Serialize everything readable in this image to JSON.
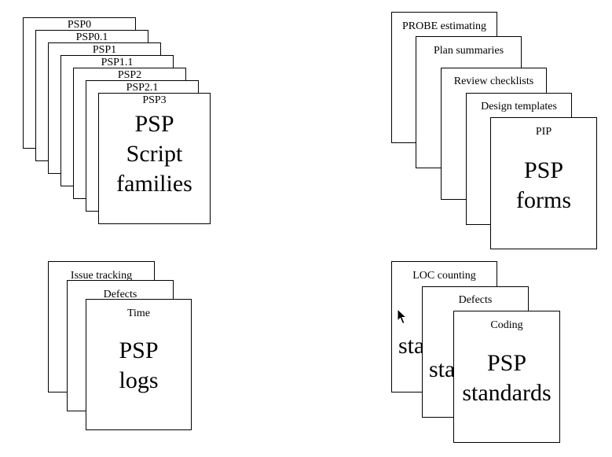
{
  "script_families": {
    "cards": [
      "PSP0",
      "PSP0.1",
      "PSP1",
      "PSP1.1",
      "PSP2",
      "PSP2.1",
      "PSP3"
    ],
    "title_lines": [
      "PSP",
      "Script",
      "families"
    ]
  },
  "forms": {
    "cards": [
      "PROBE estimating",
      "Plan summaries",
      "Review checklists",
      "Design templates",
      "PIP"
    ],
    "title_lines": [
      "PSP",
      "forms"
    ]
  },
  "logs": {
    "cards": [
      "Issue tracking",
      "Defects",
      "Time"
    ],
    "title_lines": [
      "PSP",
      "logs"
    ]
  },
  "standards": {
    "cards": [
      "LOC counting",
      "Defects",
      "Coding"
    ],
    "behind_fragments": [
      "sta",
      "sta"
    ],
    "title_lines": [
      "PSP",
      "standards"
    ]
  },
  "icons": {
    "cursor": "mouse-pointer-icon"
  }
}
